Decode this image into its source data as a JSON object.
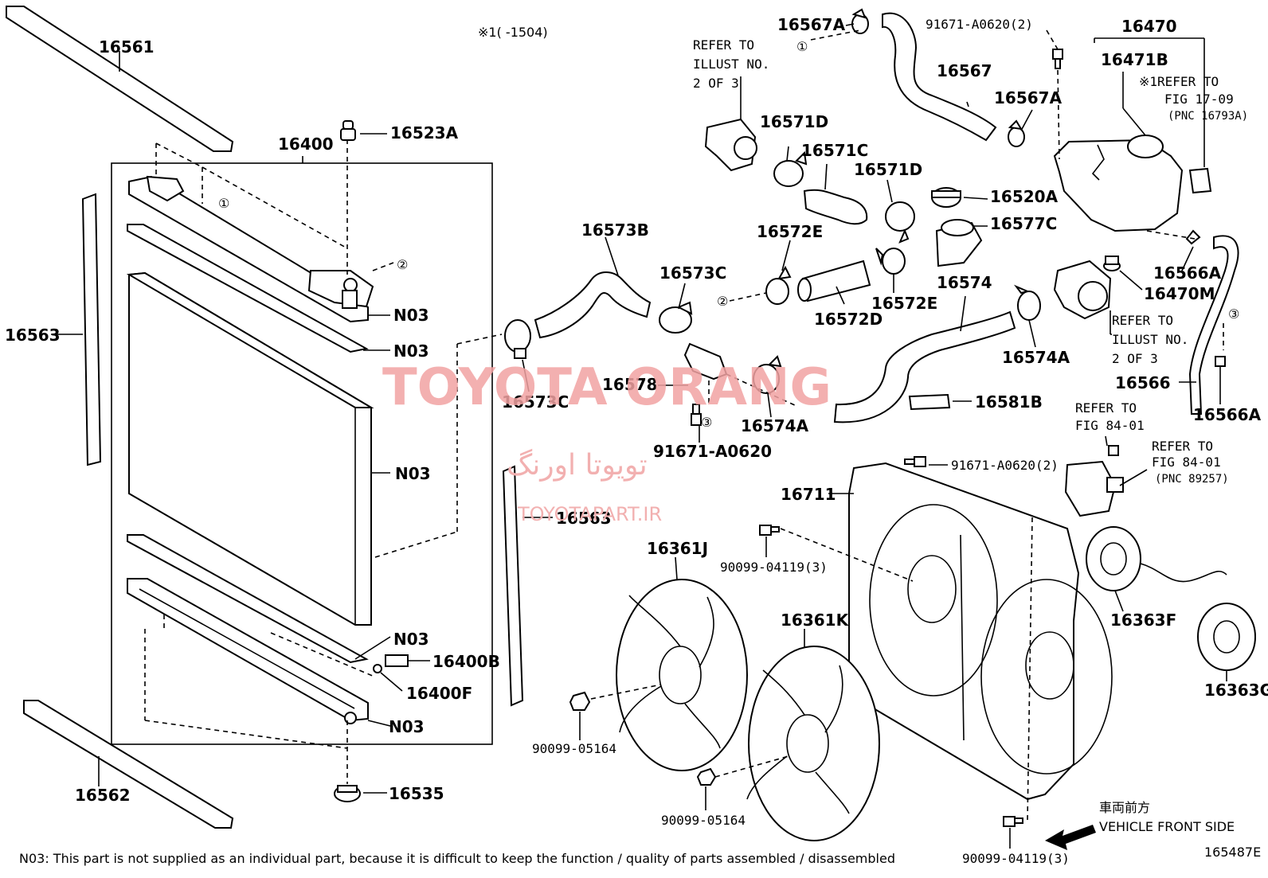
{
  "labels": {
    "p16561": "16561",
    "p16400": "16400",
    "p16523A": "16523A",
    "p16563_left": "16563",
    "p16563_mid": "16563",
    "n03_1": "N03",
    "n03_2": "N03",
    "n03_3": "N03",
    "n03_4": "N03",
    "n03_5": "N03",
    "p16400B": "16400B",
    "p16400F": "16400F",
    "p16562": "16562",
    "p16535": "16535",
    "p16573B": "16573B",
    "p16573C_top": "16573C",
    "p16573C_bot": "16573C",
    "p16578": "16578",
    "p91671_mid": "91671-A0620",
    "p16574A_left": "16574A",
    "p16572E_top": "16572E",
    "p16572E_bot": "16572E",
    "p16572D": "16572D",
    "p16574": "16574",
    "p16574A_right": "16574A",
    "p16581B": "16581B",
    "p16571D_top": "16571D",
    "p16571D_right": "16571D",
    "p16571C": "16571C",
    "p16567A_top": "16567A",
    "p16567A_right": "16567A",
    "p16567": "16567",
    "p91671_top": "91671-A0620(2)",
    "p16470": "16470",
    "p16471B": "16471B",
    "p16520A": "16520A",
    "p16577C": "16577C",
    "p16566A_top": "16566A",
    "p16470M": "16470M",
    "p16566": "16566",
    "p16566A_bot": "16566A",
    "p91671_fan": "91671-A0620(2)",
    "p16711": "16711",
    "p16361J": "16361J",
    "p16361K": "16361K",
    "p90099_04119_top": "90099-04119(3)",
    "p90099_05164_left": "90099-05164",
    "p90099_05164_mid": "90099-05164",
    "p90099_04119_bot": "90099-04119(3)",
    "p16363F": "16363F",
    "p16363G": "16363G"
  },
  "notes": {
    "top_note": "※1(     -1504)",
    "refer_illust_1": [
      "REFER TO",
      "ILLUST NO.",
      "2 OF 3"
    ],
    "refer_illust_2": [
      "REFER TO",
      "ILLUST NO.",
      "2 OF 3"
    ],
    "refer_fig_17": [
      "※1REFER TO",
      "FIG 17-09",
      "(PNC 16793A)"
    ],
    "refer_fig_84a": [
      "REFER TO",
      "FIG 84-01"
    ],
    "refer_fig_84b": [
      "REFER TO",
      "FIG 84-01",
      "(PNC 89257)"
    ],
    "vehicle_jp": "車両前方",
    "vehicle_en": "VEHICLE FRONT SIDE",
    "footnote": "N03: This part is not supplied as an individual part, because it is difficult to keep the function / quality of parts assembled / disassembled",
    "figure_id": "165487E"
  },
  "callouts": {
    "c1a": "①",
    "c1b": "①",
    "c2a": "②",
    "c2b": "②",
    "c3a": "③",
    "c3b": "③"
  },
  "watermark": {
    "brand": "TOYOTA ORANG",
    "persian": "تویوتا اورنگ",
    "site": "TOYOTAPART.IR",
    "color": "#f2a3a3"
  }
}
